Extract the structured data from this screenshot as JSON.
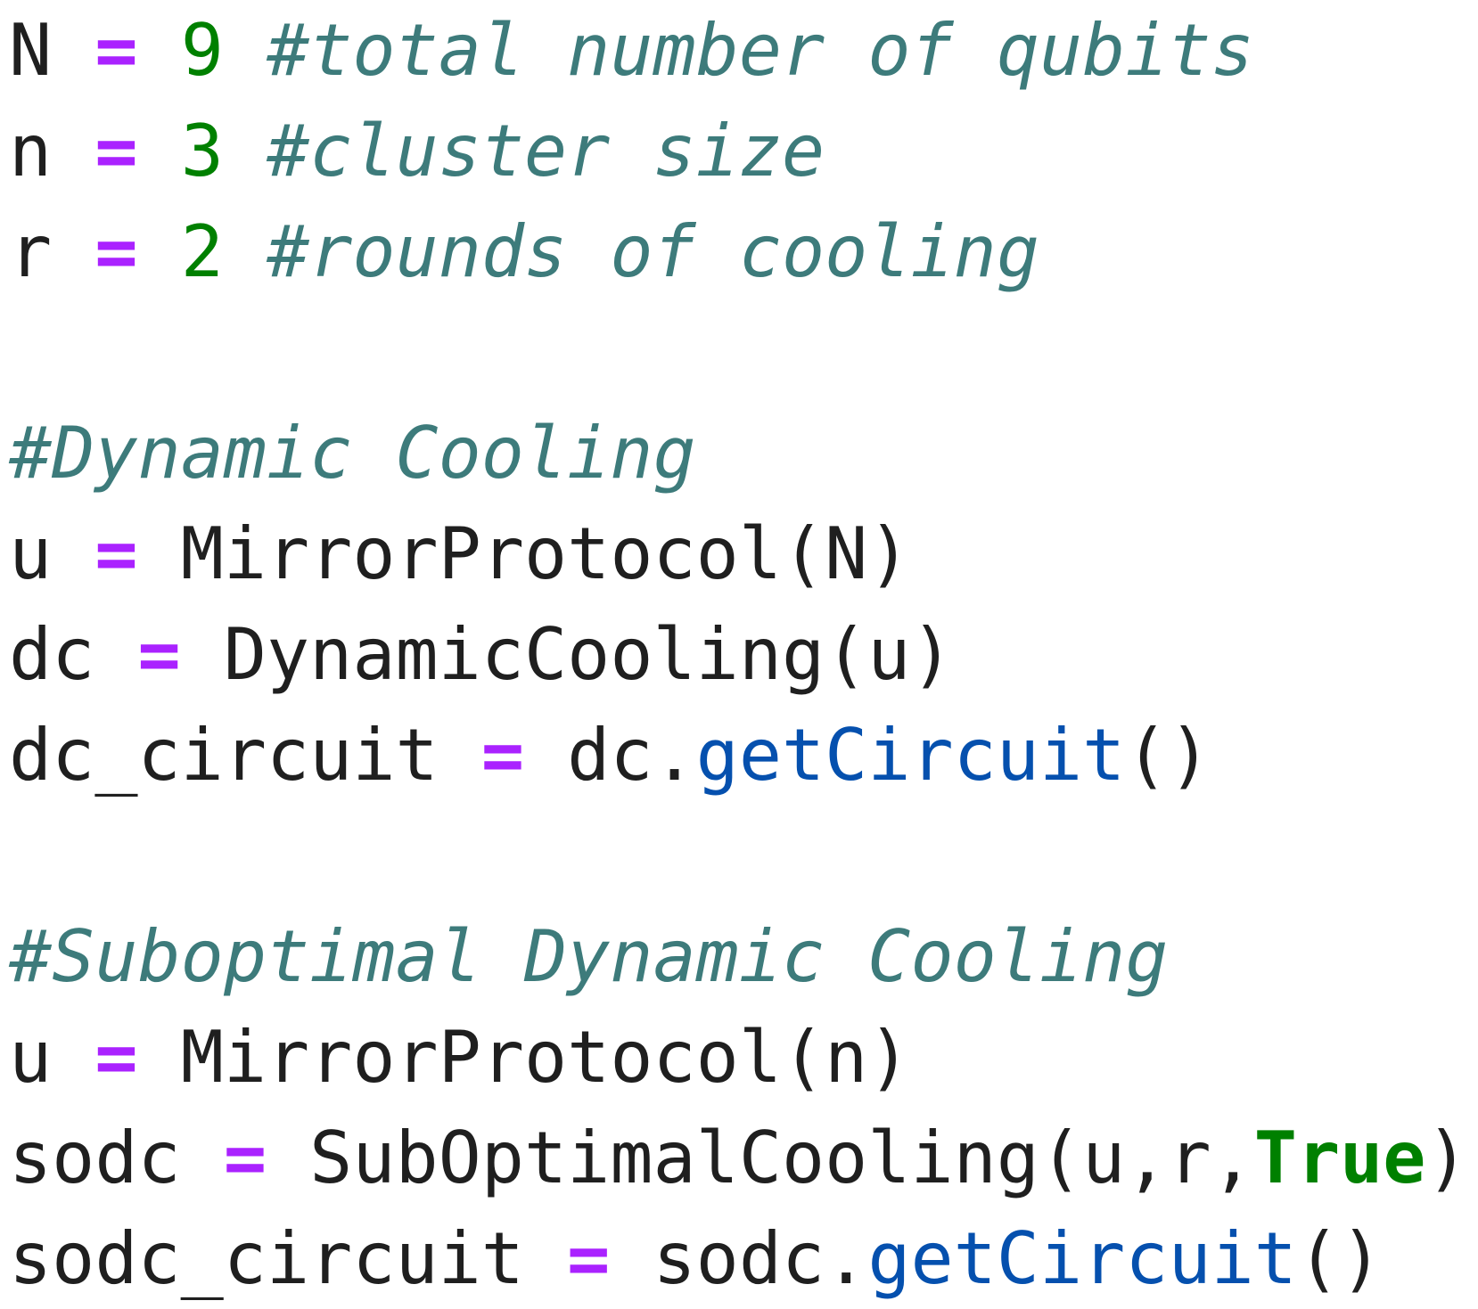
{
  "code": {
    "lines": [
      {
        "tokens": [
          {
            "t": "var",
            "v": "N"
          },
          {
            "t": "sp",
            "v": " "
          },
          {
            "t": "op",
            "v": "="
          },
          {
            "t": "sp",
            "v": " "
          },
          {
            "t": "num",
            "v": "9"
          },
          {
            "t": "sp",
            "v": " "
          },
          {
            "t": "cm",
            "v": "#total number of qubits"
          }
        ]
      },
      {
        "tokens": [
          {
            "t": "var",
            "v": "n"
          },
          {
            "t": "sp",
            "v": " "
          },
          {
            "t": "op",
            "v": "="
          },
          {
            "t": "sp",
            "v": " "
          },
          {
            "t": "num",
            "v": "3"
          },
          {
            "t": "sp",
            "v": " "
          },
          {
            "t": "cm",
            "v": "#cluster size"
          }
        ]
      },
      {
        "tokens": [
          {
            "t": "var",
            "v": "r"
          },
          {
            "t": "sp",
            "v": " "
          },
          {
            "t": "op",
            "v": "="
          },
          {
            "t": "sp",
            "v": " "
          },
          {
            "t": "num",
            "v": "2"
          },
          {
            "t": "sp",
            "v": " "
          },
          {
            "t": "cm",
            "v": "#rounds of cooling"
          }
        ]
      },
      {
        "tokens": []
      },
      {
        "tokens": [
          {
            "t": "cm",
            "v": "#Dynamic Cooling"
          }
        ]
      },
      {
        "tokens": [
          {
            "t": "var",
            "v": "u"
          },
          {
            "t": "sp",
            "v": " "
          },
          {
            "t": "op",
            "v": "="
          },
          {
            "t": "sp",
            "v": " "
          },
          {
            "t": "var",
            "v": "MirrorProtocol(N)"
          }
        ]
      },
      {
        "tokens": [
          {
            "t": "var",
            "v": "dc"
          },
          {
            "t": "sp",
            "v": " "
          },
          {
            "t": "op",
            "v": "="
          },
          {
            "t": "sp",
            "v": " "
          },
          {
            "t": "var",
            "v": "DynamicCooling(u)"
          }
        ]
      },
      {
        "tokens": [
          {
            "t": "var",
            "v": "dc_circuit"
          },
          {
            "t": "sp",
            "v": " "
          },
          {
            "t": "op",
            "v": "="
          },
          {
            "t": "sp",
            "v": " "
          },
          {
            "t": "var",
            "v": "dc."
          },
          {
            "t": "fn",
            "v": "getCircuit"
          },
          {
            "t": "var",
            "v": "()"
          }
        ]
      },
      {
        "tokens": []
      },
      {
        "tokens": [
          {
            "t": "cm",
            "v": "#Suboptimal Dynamic Cooling"
          }
        ]
      },
      {
        "tokens": [
          {
            "t": "var",
            "v": "u"
          },
          {
            "t": "sp",
            "v": " "
          },
          {
            "t": "op",
            "v": "="
          },
          {
            "t": "sp",
            "v": " "
          },
          {
            "t": "var",
            "v": "MirrorProtocol(n)"
          }
        ]
      },
      {
        "tokens": [
          {
            "t": "var",
            "v": "sodc"
          },
          {
            "t": "sp",
            "v": " "
          },
          {
            "t": "op",
            "v": "="
          },
          {
            "t": "sp",
            "v": " "
          },
          {
            "t": "var",
            "v": "SubOptimalCooling(u,r,"
          },
          {
            "t": "kw",
            "v": "True"
          },
          {
            "t": "var",
            "v": ")"
          }
        ]
      },
      {
        "tokens": [
          {
            "t": "var",
            "v": "sodc_circuit"
          },
          {
            "t": "sp",
            "v": " "
          },
          {
            "t": "op",
            "v": "="
          },
          {
            "t": "sp",
            "v": " "
          },
          {
            "t": "var",
            "v": "sodc."
          },
          {
            "t": "fn",
            "v": "getCircuit"
          },
          {
            "t": "var",
            "v": "()"
          }
        ]
      }
    ]
  },
  "colors": {
    "operator": "#aa22ff",
    "number": "#008000",
    "comment": "#3d7b7b",
    "function": "#0550ae",
    "keyword": "#008000",
    "text": "#1f1f1f",
    "background": "#ffffff"
  }
}
